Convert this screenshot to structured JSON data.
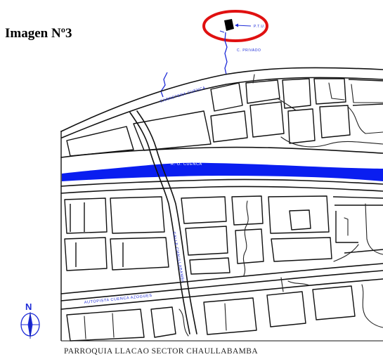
{
  "title": "Imagen Nº3",
  "labels": {
    "site": "P.T.U.",
    "collector": "C. PRIVADO",
    "road_north": "CARRETERA CUENCA",
    "river": "R. O. CUENCA",
    "road_vertical": "CALLE CHAULLABAMBA",
    "highway": "AUTOPISTA CUENCA AZOGUES"
  },
  "north_label": "N",
  "caption": "PARROQUIA LLACAO SECTOR CHAULLABAMBA",
  "colors": {
    "water": "#0a1ef0",
    "highlight_circle": "#e01010",
    "labels": "#1d2bd8"
  }
}
